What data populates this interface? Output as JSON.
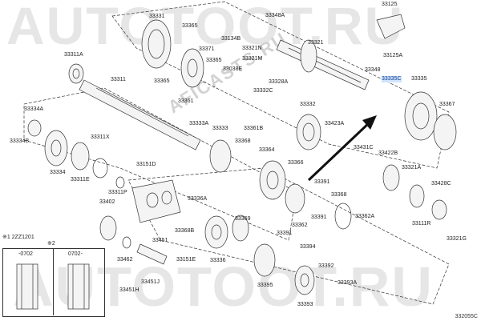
{
  "watermarks": {
    "top": "AUTOTOOT.RU",
    "bottom": "AUTOTOOT.RU",
    "middle": "AFICASTS.RU"
  },
  "labels": {
    "p33125": "33125",
    "p33125A": "33125A",
    "p33331": "33331",
    "p33365a": "33365",
    "p33134B": "33134B",
    "p33321N": "33321N",
    "p33348A": "33348A",
    "p33321": "33321",
    "p33371": "33371",
    "p33365b": "33365",
    "p33365c": "33365",
    "p33321M": "33321M",
    "p33311A": "33311A",
    "p33038E": "33038E",
    "p33328A": "33328A",
    "p33311": "33311",
    "p33348": "33348",
    "p33335C": "33335C",
    "p33335": "33335",
    "p33367": "33367",
    "p33361": "33361",
    "p33332C": "33332C",
    "p33332": "33332",
    "p33361B": "33361B",
    "p33334A": "33334A",
    "p33333A": "33333A",
    "p33333": "33333",
    "p33423A": "33423A",
    "p33431C": "33431C",
    "p33334B": "33334B",
    "p33311X": "33311X",
    "p33368a": "33368",
    "p33364": "33364",
    "p33422B": "33422B",
    "p33366": "33366",
    "p33334": "33334",
    "p33311E": "33311E",
    "p33151D": "33151D",
    "p33321A": "33321A",
    "p33311P": "33311P",
    "p33391a": "33391",
    "p33428C": "33428C",
    "p33402": "33402",
    "p33336A": "33336A",
    "p33368b": "33368",
    "p33369": "33369",
    "p33362A": "33362A",
    "p33391b": "33391",
    "p33111R": "33111R",
    "p33362": "33362",
    "p33391c": "33391",
    "p33368B": "33368B",
    "p33451": "33451",
    "p33321G": "33321G",
    "p33394": "33394",
    "p33462": "33462",
    "p33151E": "33151E",
    "p33336": "33336",
    "p33392": "33392",
    "p33451J": "33451J",
    "p33451H": "33451H",
    "p33395": "33395",
    "p33393A": "33393A",
    "p33393": "33393"
  },
  "legend": {
    "note1": "※1 2ZZ1201",
    "note2": "※2",
    "col1": "-0702",
    "col2": "0702-"
  },
  "figure_code": "332055C",
  "colors": {
    "line": "#333333",
    "part_fill": "#f4f4f4",
    "arrow": "#111111",
    "highlight": "#cfe3ff",
    "watermark": "#e6e6e6"
  }
}
